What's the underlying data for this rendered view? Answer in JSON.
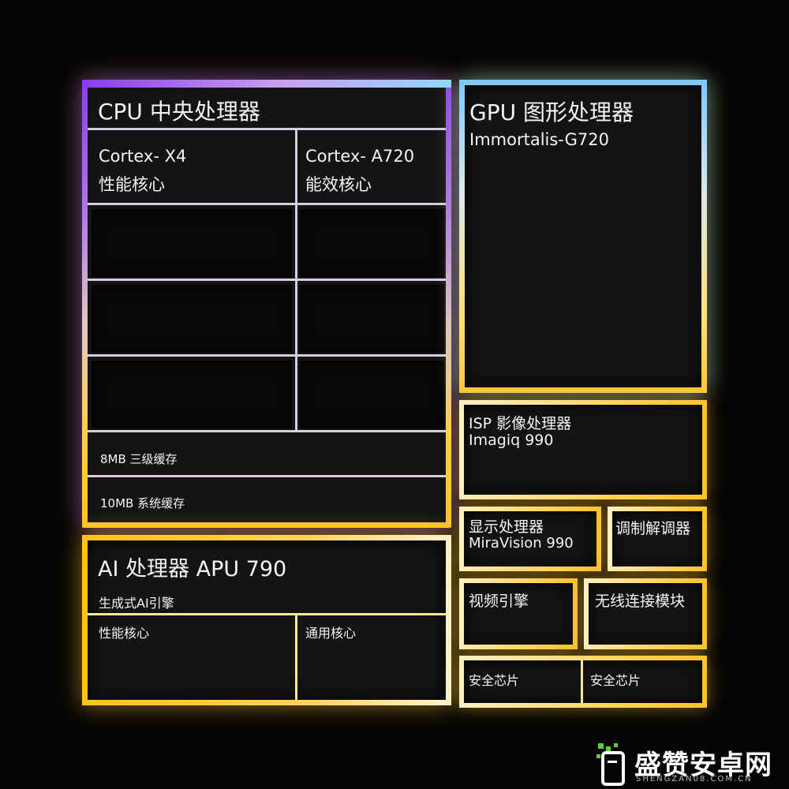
{
  "cpu": {
    "title": "CPU 中央处理器",
    "core_x4_name": "Cortex- X4",
    "core_x4_desc": "性能核心",
    "core_a720_name": "Cortex- A720",
    "core_a720_desc": "能效核心",
    "l3_cache": "8MB 三级缓存",
    "sys_cache": "10MB 系统缓存"
  },
  "ai": {
    "title": "AI 处理器 APU 790",
    "engine": "生成式AI引擎",
    "perf_core": "性能核心",
    "general_core": "通用核心"
  },
  "gpu": {
    "title": "GPU 图形处理器",
    "model": "Immortalis-G720"
  },
  "isp": {
    "title": "ISP 影像处理器",
    "model": "Imagiq 990"
  },
  "display": {
    "title": "显示处理器",
    "model": "MiraVision 990"
  },
  "modem": {
    "title": "调制解调器"
  },
  "video": {
    "title": "视频引擎"
  },
  "wireless": {
    "title": "无线连接模块"
  },
  "security": {
    "left": "安全芯片",
    "right": "安全芯片"
  },
  "watermark": {
    "text": "盛赞安卓网",
    "url": "SHENGZAN08.COM.CN"
  },
  "colors": {
    "cpu_top": "#8a3cf0",
    "gpu_top": "#7cc7ff",
    "accent_yellow": "#ffc230",
    "background": "#050505"
  }
}
